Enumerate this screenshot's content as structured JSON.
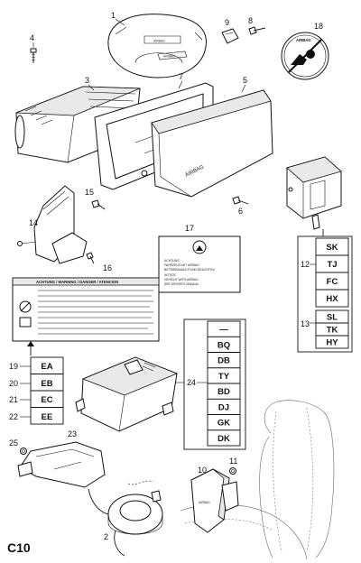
{
  "sheet_id": "C10",
  "airbag_text": "AIRBAG",
  "callouts": {
    "p1": "1",
    "p2": "2",
    "p3": "3",
    "p4": "4",
    "p5": "5",
    "p6": "6",
    "p7": "7",
    "p8": "8",
    "p9": "9",
    "p10": "10",
    "p11": "11",
    "p12": "12",
    "p13": "13",
    "p14": "14",
    "p15": "15",
    "p16": "16",
    "p17": "17",
    "p18": "18",
    "p19": "19",
    "p20": "20",
    "p21": "21",
    "p22": "22",
    "p23": "23",
    "p24": "24",
    "p25": "25"
  },
  "label_17": {
    "lines": [
      "ACHTUNG",
      "FAHRZEUG MIT AIRBAG",
      "BETRIEBSANLEITUNG BEACHTEN",
      "NOTICE",
      "VEHICLE WITH AIRBAG",
      "SEE DRIVER'S MANUAL"
    ]
  },
  "warning_label": {
    "header": "ACHTUNG / WARNING / DANGER / ATENCION"
  },
  "code_tables": {
    "table_12": [
      "SK",
      "TJ",
      "FC",
      "HX"
    ],
    "table_13": [
      "SL",
      "TK",
      "HY"
    ],
    "table_24": [
      "—",
      "BQ",
      "DB",
      "TY",
      "BD",
      "DJ",
      "GK",
      "DK"
    ],
    "table_left": [
      {
        "num": "19",
        "code": "EA"
      },
      {
        "num": "20",
        "code": "EB"
      },
      {
        "num": "21",
        "code": "EC"
      },
      {
        "num": "22",
        "code": "EE"
      }
    ]
  }
}
